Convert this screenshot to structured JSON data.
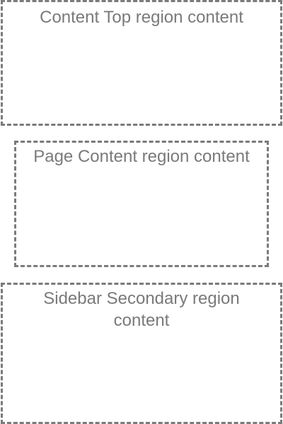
{
  "regions": {
    "content_top": {
      "label": "Content Top region content"
    },
    "page_content": {
      "label": "Page Content region content"
    },
    "sidebar_secondary": {
      "label": "Sidebar Secondary region content"
    }
  },
  "colors": {
    "border": "#7a7a7a",
    "text": "#7a7a7a",
    "background": "#ffffff"
  }
}
